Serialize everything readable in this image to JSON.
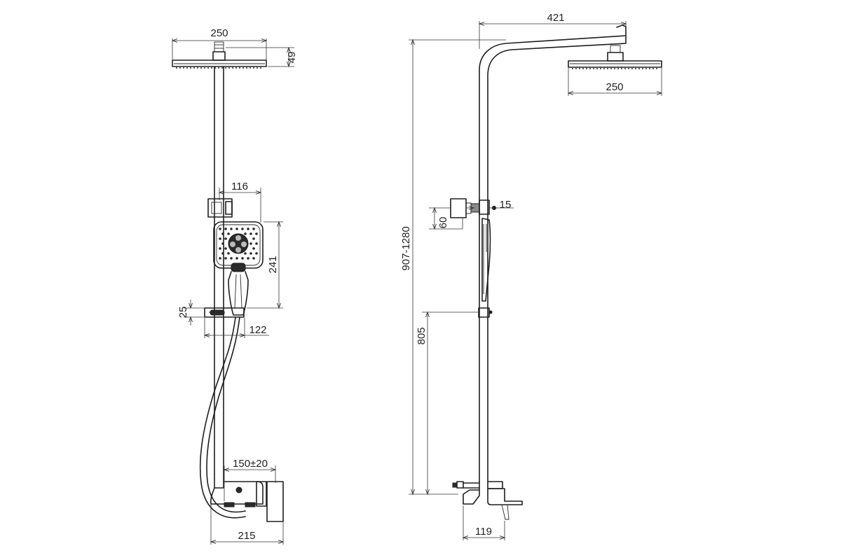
{
  "front_view": {
    "head_width": "250",
    "head_height": "49",
    "bracket_offset": "116",
    "hand_shower_height": "241",
    "holder_height": "25",
    "holder_projection": "122",
    "connector_spacing": "150±20",
    "mixer_width": "215"
  },
  "side_view": {
    "arm_reach": "421",
    "head_width": "250",
    "total_height": "907-1280",
    "bracket_height": "60",
    "bracket_offset": "15",
    "holder_height": "805",
    "mixer_depth": "119"
  }
}
